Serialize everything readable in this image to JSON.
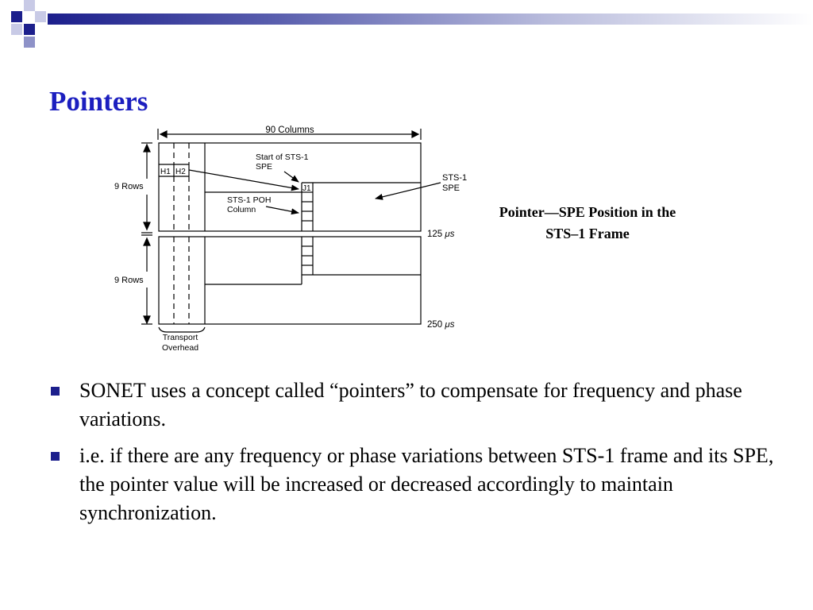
{
  "slide": {
    "title": "Pointers",
    "accent_color": "#1c1f8c",
    "title_color": "#1c1fbf"
  },
  "diagram": {
    "columns_label": "90 Columns",
    "rows_top_label": "9 Rows",
    "rows_bottom_label": "9 Rows",
    "h1": "H1",
    "h2": "H2",
    "j1": "J1",
    "start_label_line1": "Start  of STS-1",
    "start_label_line2": "SPE",
    "poh_label_line1": "STS-1 POH",
    "poh_label_line2": "Column",
    "spe_label_line1": "STS-1",
    "spe_label_line2": "SPE",
    "time_125": "125",
    "time_250": "250",
    "time_unit": "μs",
    "transport_line1": "Transport",
    "transport_line2": "Overhead"
  },
  "caption": {
    "line1": "Pointer—SPE Position in the",
    "line2": "STS–1 Frame"
  },
  "bullets": [
    {
      "text": "SONET uses a concept called “pointers” to compensate for frequency and phase variations."
    },
    {
      "text": "i.e. if there are any frequency or phase variations between STS-1 frame and its SPE, the pointer value will be increased or decreased accordingly to maintain synchronization."
    }
  ]
}
